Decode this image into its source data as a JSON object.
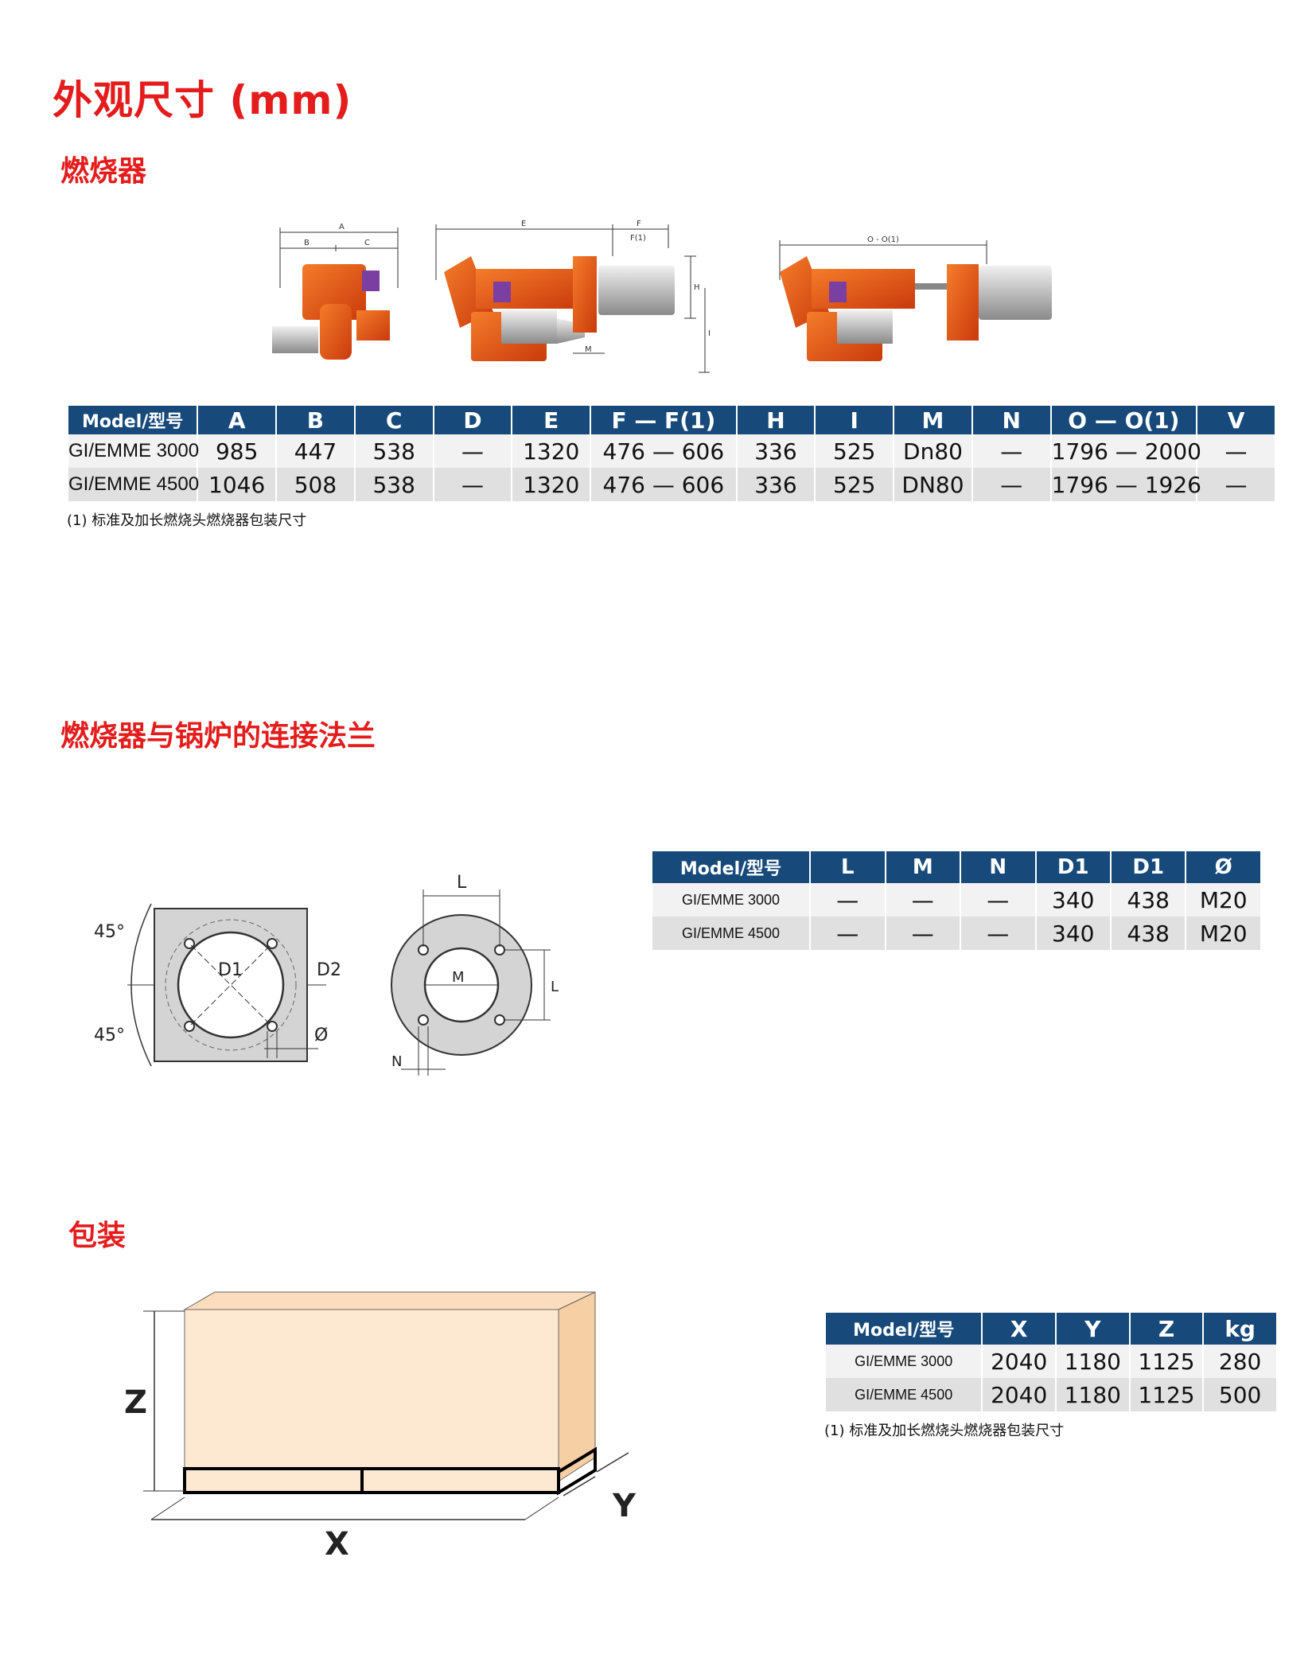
{
  "title": "外观尺寸 (mm)",
  "sections": {
    "burner": "燃烧器",
    "flange": "燃烧器与锅炉的连接法兰",
    "packaging": "包装"
  },
  "table1": {
    "headers": [
      "Model/型号",
      "A",
      "B",
      "C",
      "D",
      "E",
      "F — F(1)",
      "H",
      "I",
      "M",
      "N",
      "O — O(1)",
      "V"
    ],
    "rows": [
      [
        "GI/EMME 3000",
        "985",
        "447",
        "538",
        "—",
        "1320",
        "476 — 606",
        "336",
        "525",
        "Dn80",
        "—",
        "1796 — 2000",
        "—"
      ],
      [
        "GI/EMME 4500",
        "1046",
        "508",
        "538",
        "—",
        "1320",
        "476 — 606",
        "336",
        "525",
        "DN80",
        "—",
        "1796 — 1926",
        "—"
      ]
    ],
    "note": "(1) 标准及加长燃烧头燃烧器包装尺寸"
  },
  "table2": {
    "headers": [
      "Model/型号",
      "L",
      "M",
      "N",
      "D1",
      "D1",
      "Ø"
    ],
    "rows": [
      [
        "GI/EMME 3000",
        "—",
        "—",
        "—",
        "340",
        "438",
        "M20"
      ],
      [
        "GI/EMME 4500",
        "—",
        "—",
        "—",
        "340",
        "438",
        "M20"
      ]
    ]
  },
  "table3": {
    "headers": [
      "Model/型号",
      "X",
      "Y",
      "Z",
      "kg"
    ],
    "rows": [
      [
        "GI/EMME 3000",
        "2040",
        "1180",
        "1125",
        "280"
      ],
      [
        "GI/EMME 4500",
        "2040",
        "1180",
        "1125",
        "500"
      ]
    ],
    "note": "(1) 标准及加长燃烧头燃烧器包装尺寸"
  },
  "diagram1": {
    "labels": {
      "a": "A",
      "b": "B",
      "c": "C",
      "e": "E",
      "f": "F",
      "f1": "F(1)",
      "h": "H",
      "i": "I",
      "m": "M",
      "o": "O - O(1)"
    }
  },
  "diagram2": {
    "labels": {
      "angle1": "45°",
      "angle2": "45°",
      "d1": "D1",
      "d2": "D2",
      "phi": "Ø",
      "l_top": "L",
      "m": "M",
      "l_side": "L",
      "n": "N"
    }
  },
  "diagram3": {
    "labels": {
      "x": "X",
      "y": "Y",
      "z": "Z"
    }
  },
  "colors": {
    "accent_red": "#e41c1c",
    "header_blue": "#174a7a",
    "burner_orange": "#e8561a",
    "motor_purple": "#7a3fa0",
    "box_fill": "#fde9d2"
  }
}
